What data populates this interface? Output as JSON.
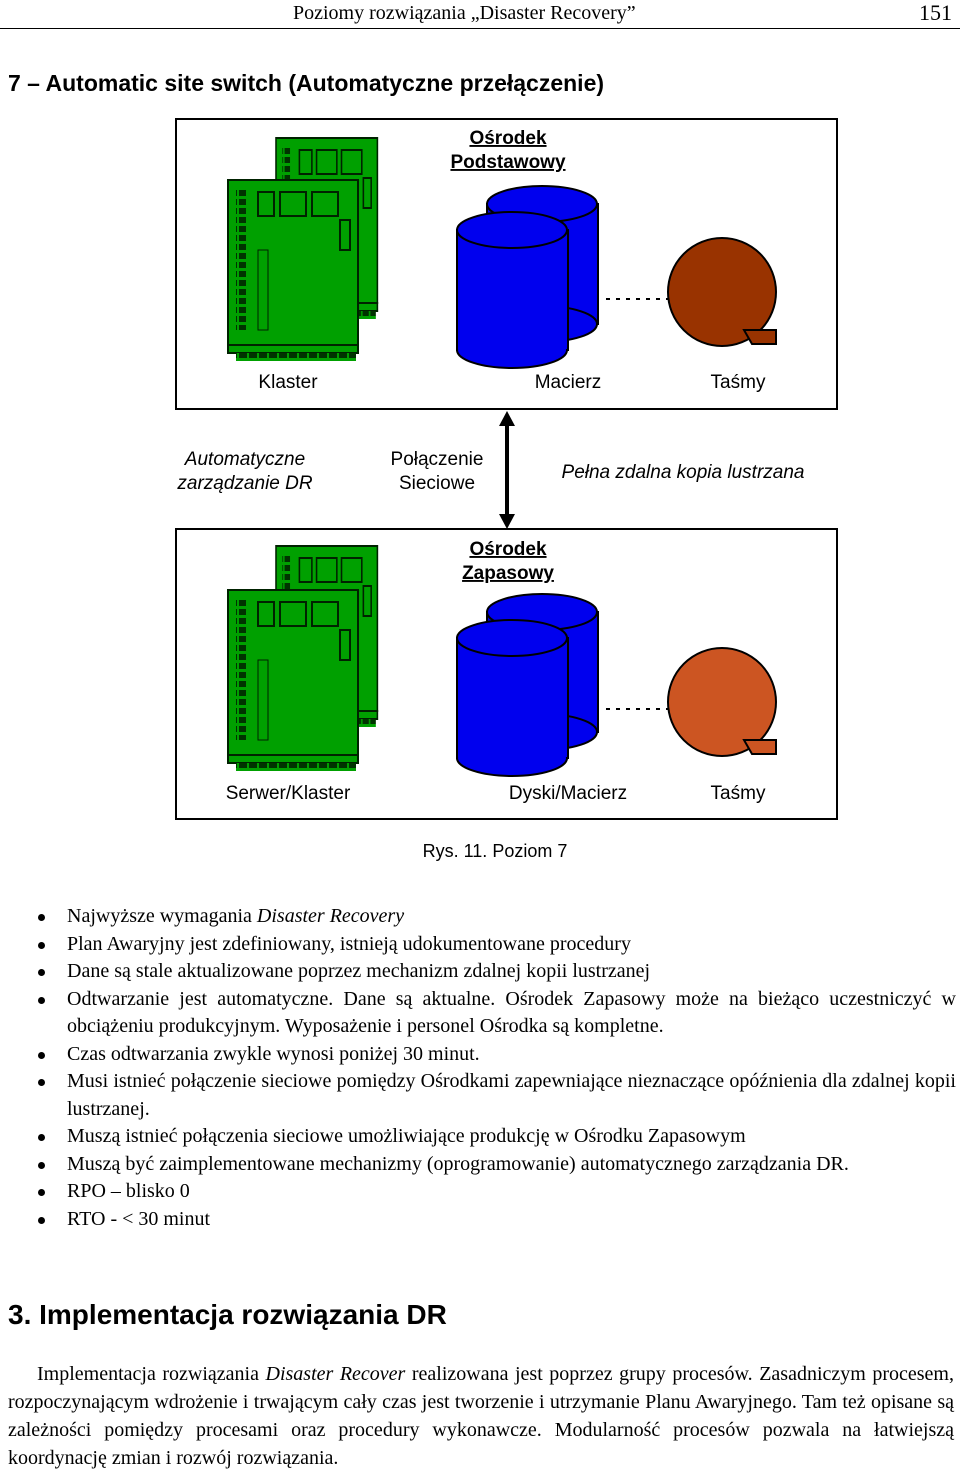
{
  "header": {
    "running_title": "Poziomy rozwiązania „Disaster Recovery”",
    "page_number": "151"
  },
  "section": {
    "title": "7 – Automatic site switch (Automatyczne przełączenie)"
  },
  "figure": {
    "primary_site": {
      "title_line1": "Ośrodek",
      "title_line2": "Podstawowy",
      "label_cluster": "Klaster",
      "label_array": "Macierz",
      "label_tapes": "Taśmy"
    },
    "middle": {
      "auto_mgmt_line1": "Automatyczne",
      "auto_mgmt_line2": "zarządzanie DR",
      "network_line1": "Połączenie",
      "network_line2": "Sieciowe",
      "mirror": "Pełna zdalna kopia lustrzana"
    },
    "backup_site": {
      "title_line1": "Ośrodek",
      "title_line2": "Zapasowy",
      "label_cluster": "Serwer/Klaster",
      "label_array": "Dyski/Macierz",
      "label_tapes": "Taśmy"
    },
    "colors": {
      "server_green": "#00a000",
      "server_dark": "#003300",
      "disk_blue": "#0000ee",
      "tape_brown": "#993300",
      "tape_light": "#cc5522"
    },
    "caption": "Rys. 11. Poziom 7"
  },
  "bullets": [
    {
      "pre": "Najwyższe wymagania ",
      "em": "Disaster Recovery",
      "post": ""
    },
    {
      "pre": "Plan Awaryjny jest zdefiniowany, istnieją udokumentowane procedury",
      "em": "",
      "post": ""
    },
    {
      "pre": "Dane są stale aktualizowane poprzez mechanizm zdalnej kopii lustrzanej",
      "em": "",
      "post": ""
    },
    {
      "pre": "Odtwarzanie jest automatyczne. Dane są aktualne. Ośrodek Zapasowy może na bieżąco uczestniczyć w obciążeniu produkcyjnym. Wyposażenie i personel Ośrodka są kompletne.",
      "em": "",
      "post": ""
    },
    {
      "pre": "Czas odtwarzania zwykle wynosi poniżej 30 minut.",
      "em": "",
      "post": ""
    },
    {
      "pre": "Musi istnieć połączenie sieciowe pomiędzy Ośrodkami zapewniające nieznaczące opóźnienia dla zdalnej kopii lustrzanej.",
      "em": "",
      "post": ""
    },
    {
      "pre": "Muszą istnieć połączenia sieciowe umożliwiające produkcję w Ośrodku Zapasowym",
      "em": "",
      "post": ""
    },
    {
      "pre": "Muszą być zaimplementowane mechanizmy (oprogramowanie) automatycznego zarządzania DR.",
      "em": "",
      "post": ""
    },
    {
      "pre": "RPO – blisko 0",
      "em": "",
      "post": ""
    },
    {
      "pre": "RTO - < 30 minut",
      "em": "",
      "post": ""
    }
  ],
  "implementation": {
    "heading": "3. Implementacja rozwiązania DR",
    "para_pre": "Implementacja rozwiązania ",
    "para_em": "Disaster Recover",
    "para_post": " realizowana jest poprzez grupy procesów. Zasadniczym procesem, rozpoczynającym wdrożenie i trwającym cały czas jest tworzenie i utrzymanie Planu Awaryjnego. Tam też opisane są zależności pomiędzy procesami oraz procedury wykonawcze. Modularność procesów pozwala na łatwiejszą koordynację zmian i rozwój rozwiązania."
  }
}
